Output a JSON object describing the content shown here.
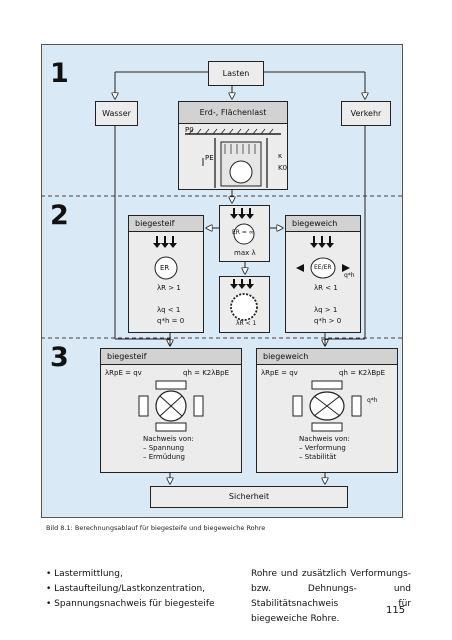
{
  "sections": [
    "1",
    "2",
    "3"
  ],
  "boxes": {
    "lasten": "Lasten",
    "wasser": "Wasser",
    "erd": "Erd-, Flächenlast",
    "verkehr": "Verkehr",
    "biegesteif2": "biegesteif",
    "biegeweich2": "biegeweich",
    "biegesteif3": "biegesteif",
    "biegeweich3": "biegeweich",
    "sicherheit": "Sicherheit"
  },
  "labels": {
    "p0": "P0",
    "pe": "PE",
    "kappa": "κ",
    "k0": "K0",
    "er_inf": "ER = ∞",
    "max_lambda": "max λ",
    "lambda_r_lt1_mid": "λR < 1",
    "er_left": "ER",
    "lr_gt1": "λR > 1",
    "lq_lt1": "λq < 1",
    "qh_eq0": "q*h = 0",
    "ee_right": "EE/ER",
    "qh_right": "q*h",
    "lr_lt1_right": "λR < 1",
    "lq_gt1_right": "λq > 1",
    "qh_gt0": "q*h > 0",
    "form_l1": "λRpE = qv",
    "form_l2": "qh = K2λBpE",
    "form_r1": "λRpE = qv",
    "form_r2": "qh = K2λBpE",
    "qh_sec3": "q*h",
    "nachweis_l": [
      "Nachweis von:",
      "– Spannung",
      "– Ermüdung"
    ],
    "nachweis_r": [
      "Nachweis von:",
      "– Verformung",
      "– Stabilität"
    ]
  },
  "caption": "Bild 8.1: Berechnungsablauf für biegesteife und biegeweiche Rohre",
  "bullets": [
    "• Lastermittlung,",
    "• Lastaufteilung/Lastkonzentration,",
    "• Spannungsnachweis für biegesteife"
  ],
  "right_text": "Rohre und zusätzlich Verformungs- bzw. Dehnungs- und Stabilitätsnachweis für biegeweiche Rohre.",
  "page_number": "115"
}
